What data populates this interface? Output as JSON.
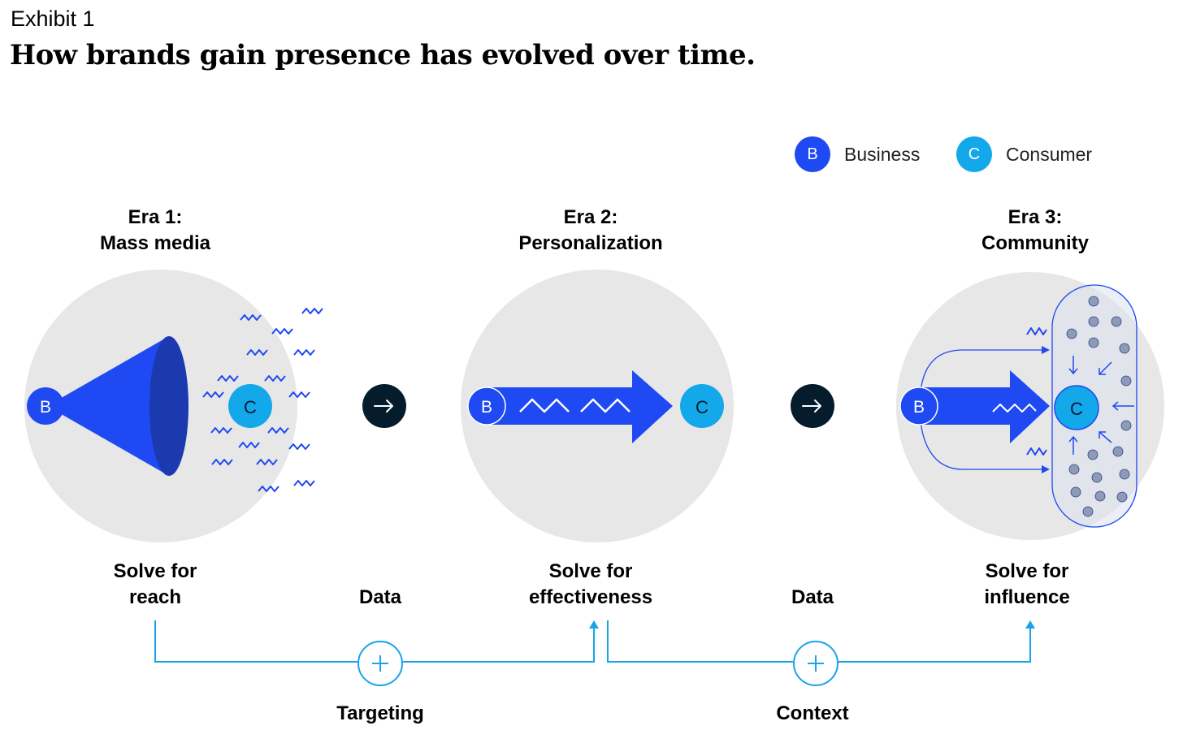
{
  "header": {
    "exhibit": "Exhibit 1",
    "title": "How brands gain presence has evolved over time."
  },
  "legend": {
    "business": {
      "symbol": "B",
      "label": "Business",
      "color": "#1f49f2"
    },
    "consumer": {
      "symbol": "C",
      "label": "Consumer",
      "color": "#12a8ea"
    }
  },
  "eras": [
    {
      "line1": "Era 1:",
      "line2": "Mass media",
      "solve1": "Solve for",
      "solve2": "reach"
    },
    {
      "line1": "Era 2:",
      "line2": "Personalization",
      "solve1": "Solve for",
      "solve2": "effectiveness"
    },
    {
      "line1": "Era 3:",
      "line2": "Community",
      "solve1": "Solve for",
      "solve2": "influence"
    }
  ],
  "transitions": [
    {
      "label": "Data",
      "combined_with": "Targeting"
    },
    {
      "label": "Data",
      "combined_with": "Context"
    }
  ],
  "colors": {
    "circle_bg": "#e7e7e7",
    "blue": "#1f49f2",
    "dark_blue": "#1b3ab0",
    "cyan": "#12a8ea",
    "line": "#1aa3e8",
    "arrow_dark": "#051c2c",
    "dot_gray": "#8f9bb4"
  }
}
